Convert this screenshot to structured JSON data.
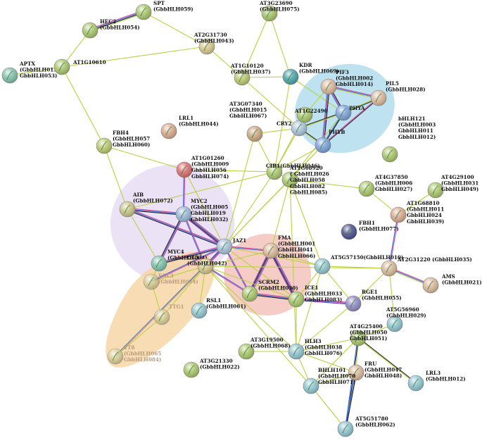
{
  "colors": {
    "edge_default": "#b9d23c",
    "edge_pink": "#d9489a",
    "edge_blue": "#3c6fd9",
    "edge_black": "#222222",
    "edge_purple": "#8a2fb0",
    "cluster_blue": "#bfe2f1",
    "cluster_lavender": "#ece2f6",
    "cluster_red": "#f4c0b8",
    "cluster_orange": "#f7d6a6"
  },
  "nodes": [
    {
      "id": "SPT",
      "label": [
        "SPT",
        "(GbbHLH059)"
      ],
      "color": "#a8c56a"
    },
    {
      "id": "HEC2",
      "label": [
        "HEC2",
        "(GbbHLH054)"
      ],
      "color": "#a8c56a"
    },
    {
      "id": "AT3G23690",
      "label": [
        "AT3G23690",
        "(GbbHLH075)"
      ],
      "color": "#a8c56a"
    },
    {
      "id": "AT2G31730",
      "label": [
        "AT2G31730",
        "(GbbHLH043)"
      ],
      "color": "#d6c68c"
    },
    {
      "id": "APTX",
      "label": [
        "APTX",
        "(GbbHLH013",
        "GbbHLH053)"
      ],
      "color": "#7ec0aa"
    },
    {
      "id": "AT1G10610",
      "label": [
        "AT1G10610"
      ],
      "color": "#a8c56a"
    },
    {
      "id": "AT1G10120",
      "label": [
        "AT1G10120",
        "(GbbHLH037)"
      ],
      "color": "#b8c870"
    },
    {
      "id": "KDR",
      "label": [
        "KDR",
        "(GbbHLH069)"
      ],
      "color": "#4aa3a6"
    },
    {
      "id": "PIF3",
      "label": [
        "PIF3",
        "(GbbHLH002",
        "GbbHLH014)"
      ],
      "color": "#d9b89a"
    },
    {
      "id": "PIL5",
      "label": [
        "PIL5",
        "(GbbHLH028)"
      ],
      "color": "#d9b89a"
    },
    {
      "id": "PHYA",
      "label": [
        "PHYA"
      ],
      "color": "#7aa0d8"
    },
    {
      "id": "LRL1",
      "label": [
        "LRL1",
        "(GbbHLH044)"
      ],
      "color": "#d9a98c"
    },
    {
      "id": "AT3G07340",
      "label": [
        "AT3G07340",
        "(GbbHLH015",
        "GbbHLH067)"
      ],
      "color": "#c9a882"
    },
    {
      "id": "CRY2",
      "label": [
        "CRY2"
      ],
      "color": "#a9c4d8"
    },
    {
      "id": "AT1G22490",
      "label": [
        "AT1G22490"
      ],
      "color": "#a8c56a"
    },
    {
      "id": "PHYB",
      "label": [
        "PHYB"
      ],
      "color": "#7aa0d8"
    },
    {
      "id": "bHLH121",
      "label": [
        "bHLH121",
        "(GbbHLH003",
        "GbbHLH011",
        "GbbHLH012)"
      ],
      "color": "#a8c56a"
    },
    {
      "id": "FBH4",
      "label": [
        "FBH4",
        "(GbbHLH057",
        "GbbHLH060)"
      ],
      "color": "#b8c870"
    },
    {
      "id": "CIB1",
      "label": [
        "CIB1(GbbHLH046)"
      ],
      "color": "#a8c56a"
    },
    {
      "id": "AT1G01260",
      "label": [
        "AT1G01260",
        "(GbbHLH009",
        "GbbHLH056",
        "GbbHLH074)"
      ],
      "color": "#d96e6e"
    },
    {
      "id": "AT1G68920",
      "label": [
        "AT1G68920",
        "( GbbHLH026",
        "GbbHLH058",
        "GbbHLH082",
        "GbbHLH085)"
      ],
      "color": "#a8c56a"
    },
    {
      "id": "AT4G37850",
      "label": [
        "AT4G37850",
        "(GbbHLH006",
        "GbbHLH027)"
      ],
      "color": "#a8c56a"
    },
    {
      "id": "AT4G29100",
      "label": [
        "AT4G29100",
        "(GbbHLH031",
        "GbbHLH049)"
      ],
      "color": "#a8c56a"
    },
    {
      "id": "AIB",
      "label": [
        "AIB",
        "(GbbHLH072)"
      ],
      "color": "#c9c486"
    },
    {
      "id": "MYC2",
      "label": [
        "MYC2",
        "(GbbHLH005",
        "GbbHLH019",
        "GbbHLH032)"
      ],
      "color": "#9ab7d8"
    },
    {
      "id": "AT1G68810",
      "label": [
        "AT1G68810",
        "(GbbHLH011",
        "GbbHLH024",
        "GbbHLH039)"
      ],
      "color": "#d9a98c"
    },
    {
      "id": "FBH1",
      "label": [
        "FBH1",
        "(GbbHLH077)"
      ],
      "color": "#4b4f8a"
    },
    {
      "id": "JAZ1",
      "label": [
        "JAZ1"
      ],
      "color": "#a9c0d8"
    },
    {
      "id": "FMA",
      "label": [
        "FMA",
        "(GbbHLH001",
        "GbbHLH041",
        "GbbHLH066)"
      ],
      "color": "#d9b89a"
    },
    {
      "id": "MYC4",
      "label": [
        "MYC4",
        "(GbbHLH004)"
      ],
      "color": "#7ec0aa"
    },
    {
      "id": "GL3",
      "label": [
        "GL3",
        "(GbbHLH042)"
      ],
      "color": "#d6c68c"
    },
    {
      "id": "AT5G57150",
      "label": [
        "AT5G57150(GbbHLH010)"
      ],
      "color": "#8fc4cf"
    },
    {
      "id": "AT2G31220",
      "label": [
        "AT2G31220 (GbbHLH035)"
      ],
      "color": "#d9b89a"
    },
    {
      "id": "EGL3",
      "label": [
        "EGL3",
        "(GbbHLH034)"
      ],
      "color": "#c9c486"
    },
    {
      "id": "SCRM2",
      "label": [
        "SCRM2",
        "(GbbHLH030)"
      ],
      "color": "#a8c56a"
    },
    {
      "id": "ICE1",
      "label": [
        "ICE1",
        "(GbbHLH033",
        "GbbHLH083)"
      ],
      "color": "#a8c56a"
    },
    {
      "id": "AMS",
      "label": [
        "AMS",
        "(GbbHLH021)"
      ],
      "color": "#d9b89a"
    },
    {
      "id": "RGE1",
      "label": [
        "RGE1",
        "(GbbHLH055)"
      ],
      "color": "#8f8ac4"
    },
    {
      "id": "TTG1",
      "label": [
        "TTG1"
      ],
      "color": "#c9c486"
    },
    {
      "id": "RSL1",
      "label": [
        "RSL1",
        "(GbbHLH061)"
      ],
      "color": "#8fc4cf"
    },
    {
      "id": "AT5G56960",
      "label": [
        "AT5G56960",
        "(GbbHLH029)"
      ],
      "color": "#8fc4cf"
    },
    {
      "id": "AT3G19500",
      "label": [
        "AT3G19500",
        "(GbbHLH068)"
      ],
      "color": "#a8c56a"
    },
    {
      "id": "HLH3",
      "label": [
        "HLH3",
        "(GbbHLH038",
        "GbbHLH076)"
      ],
      "color": "#8fc4cf"
    },
    {
      "id": "AT4G25400",
      "label": [
        "AT4G25400",
        "(GbbHLH050",
        "GbbHLH051)"
      ],
      "color": "#a8c56a"
    },
    {
      "id": "TT8",
      "label": [
        "TT8",
        "(GbbHLH065",
        "GbbHLH084)"
      ],
      "color": "#c9c486"
    },
    {
      "id": "AT3G21330",
      "label": [
        "AT3G21330",
        "(GbbHLH022)"
      ],
      "color": "#a8c56a"
    },
    {
      "id": "FRU",
      "label": [
        "FRU",
        "(GbbHLH047",
        "GbbHLH048)"
      ],
      "color": "#d9b89a"
    },
    {
      "id": "LRL3",
      "label": [
        "LRL3",
        "(GbbHLH012)"
      ],
      "color": "#8fc4cf"
    },
    {
      "id": "BHLH101",
      "label": [
        "BHLH101",
        "(GbbHLH070",
        "GbbHLH071)"
      ],
      "color": "#8fc4cf"
    },
    {
      "id": "AT5G51780",
      "label": [
        "AT5G51780",
        "(GbbHLH062)"
      ],
      "color": "#8fc4cf"
    }
  ],
  "edges": [
    {
      "s": "HEC2",
      "t": "SPT",
      "c": [
        "edge_pink",
        "edge_blue",
        "edge_black",
        "edge_default"
      ]
    },
    {
      "s": "SPT",
      "t": "AT2G31730",
      "c": [
        "edge_default"
      ]
    },
    {
      "s": "HEC2",
      "t": "AT1G10610",
      "c": [
        "edge_default"
      ]
    },
    {
      "s": "APTX",
      "t": "AT1G10610",
      "c": [
        "edge_default"
      ]
    },
    {
      "s": "AT1G10610",
      "t": "AT2G31730",
      "c": [
        "edge_default"
      ]
    },
    {
      "s": "AT1G10610",
      "t": "FBH4",
      "c": [
        "edge_default"
      ]
    },
    {
      "s": "AT2G31730",
      "t": "AT1G10120",
      "c": [
        "edge_default"
      ]
    },
    {
      "s": "AT3G23690",
      "t": "AT1G10120",
      "c": [
        "edge_default"
      ]
    },
    {
      "s": "AT3G23690",
      "t": "KDR",
      "c": [
        "edge_default"
      ]
    },
    {
      "s": "AT1G10120",
      "t": "KDR",
      "c": [
        "edge_default"
      ]
    },
    {
      "s": "AT1G10120",
      "t": "CRY2",
      "c": [
        "edge_default"
      ]
    },
    {
      "s": "KDR",
      "t": "PHYA",
      "c": [
        "edge_default"
      ]
    },
    {
      "s": "KDR",
      "t": "CIB1",
      "c": [
        "edge_default"
      ]
    },
    {
      "s": "PIF3",
      "t": "PIL5",
      "c": [
        "edge_pink",
        "edge_blue",
        "edge_default"
      ]
    },
    {
      "s": "PIF3",
      "t": "PHYA",
      "c": [
        "edge_black",
        "edge_pink",
        "edge_blue"
      ]
    },
    {
      "s": "PIF3",
      "t": "PHYB",
      "c": [
        "edge_black",
        "edge_pink",
        "edge_blue"
      ]
    },
    {
      "s": "PIL5",
      "t": "PHYB",
      "c": [
        "edge_black",
        "edge_pink"
      ]
    },
    {
      "s": "PIL5",
      "t": "PHYA",
      "c": [
        "edge_black",
        "edge_default"
      ]
    },
    {
      "s": "PHYA",
      "t": "PHYB",
      "c": [
        "edge_black",
        "edge_blue"
      ]
    },
    {
      "s": "CRY2",
      "t": "PHYA",
      "c": [
        "edge_black",
        "edge_default"
      ]
    },
    {
      "s": "CRY2",
      "t": "PHYB",
      "c": [
        "edge_black",
        "edge_default"
      ]
    },
    {
      "s": "CRY2",
      "t": "AT1G22490",
      "c": [
        "edge_default"
      ]
    },
    {
      "s": "CRY2",
      "t": "CIB1",
      "c": [
        "edge_default"
      ]
    },
    {
      "s": "CRY2",
      "t": "AT3G07340",
      "c": [
        "edge_default"
      ]
    },
    {
      "s": "AT1G22490",
      "t": "PIF3",
      "c": [
        "edge_default"
      ]
    },
    {
      "s": "AT1G22490",
      "t": "CIB1",
      "c": [
        "edge_default"
      ]
    },
    {
      "s": "AT3G07340",
      "t": "CIB1",
      "c": [
        "edge_default"
      ]
    },
    {
      "s": "AT3G07340",
      "t": "JAZ1",
      "c": [
        "edge_default"
      ]
    },
    {
      "s": "PHYB",
      "t": "CIB1",
      "c": [
        "edge_default"
      ]
    },
    {
      "s": "PHYB",
      "t": "AT1G68920",
      "c": [
        "edge_default"
      ]
    },
    {
      "s": "PHYA",
      "t": "AT1G68920",
      "c": [
        "edge_default"
      ]
    },
    {
      "s": "PHYB",
      "t": "JAZ1",
      "c": [
        "edge_default"
      ]
    },
    {
      "s": "CIB1",
      "t": "AT1G68920",
      "c": [
        "edge_default"
      ]
    },
    {
      "s": "CIB1",
      "t": "AT1G01260",
      "c": [
        "edge_default"
      ]
    },
    {
      "s": "CIB1",
      "t": "JAZ1",
      "c": [
        "edge_default"
      ]
    },
    {
      "s": "CIB1",
      "t": "AIB",
      "c": [
        "edge_default"
      ]
    },
    {
      "s": "FBH4",
      "t": "AT1G01260",
      "c": [
        "edge_default"
      ]
    },
    {
      "s": "FBH4",
      "t": "AIB",
      "c": [
        "edge_default"
      ]
    },
    {
      "s": "AT1G01260",
      "t": "MYC2",
      "c": [
        "edge_pink",
        "edge_blue"
      ]
    },
    {
      "s": "AT1G01260",
      "t": "JAZ1",
      "c": [
        "edge_default"
      ]
    },
    {
      "s": "AT1G68920",
      "t": "JAZ1",
      "c": [
        "edge_default"
      ]
    },
    {
      "s": "AT1G68920",
      "t": "AT4G37850",
      "c": [
        "edge_default"
      ]
    },
    {
      "s": "AT1G68920",
      "t": "FMA",
      "c": [
        "edge_default"
      ]
    },
    {
      "s": "AT1G68920",
      "t": "AT5G57150",
      "c": [
        "edge_default"
      ]
    },
    {
      "s": "AT1G68920",
      "t": "HLH3",
      "c": [
        "edge_default"
      ]
    },
    {
      "s": "AT4G37850",
      "t": "AT1G68810",
      "c": [
        "edge_default"
      ]
    },
    {
      "s": "AT4G29100",
      "t": "AT1G68810",
      "c": [
        "edge_default"
      ]
    },
    {
      "s": "AT1G68810",
      "t": "AT2G31220",
      "c": [
        "edge_pink",
        "edge_blue"
      ]
    },
    {
      "s": "AIB",
      "t": "MYC2",
      "c": [
        "edge_pink",
        "edge_blue",
        "edge_black"
      ]
    },
    {
      "s": "AIB",
      "t": "JAZ1",
      "c": [
        "edge_pink",
        "edge_blue",
        "edge_black"
      ]
    },
    {
      "s": "AIB",
      "t": "MYC4",
      "c": [
        "edge_default"
      ]
    },
    {
      "s": "MYC2",
      "t": "JAZ1",
      "c": [
        "edge_pink",
        "edge_blue",
        "edge_black",
        "edge_purple"
      ]
    },
    {
      "s": "MYC2",
      "t": "MYC4",
      "c": [
        "edge_pink",
        "edge_blue",
        "edge_black"
      ]
    },
    {
      "s": "MYC2",
      "t": "GL3",
      "c": [
        "edge_pink",
        "edge_blue"
      ]
    },
    {
      "s": "MYC4",
      "t": "JAZ1",
      "c": [
        "edge_pink",
        "edge_blue",
        "edge_black"
      ]
    },
    {
      "s": "MYC4",
      "t": "EGL3",
      "c": [
        "edge_default"
      ]
    },
    {
      "s": "JAZ1",
      "t": "GL3",
      "c": [
        "edge_pink",
        "edge_blue",
        "edge_black"
      ]
    },
    {
      "s": "JAZ1",
      "t": "FMA",
      "c": [
        "edge_pink",
        "edge_blue"
      ]
    },
    {
      "s": "JAZ1",
      "t": "SCRM2",
      "c": [
        "edge_pink",
        "edge_blue"
      ]
    },
    {
      "s": "JAZ1",
      "t": "ICE1",
      "c": [
        "edge_default"
      ]
    },
    {
      "s": "JAZ1",
      "t": "AT5G57150",
      "c": [
        "edge_default"
      ]
    },
    {
      "s": "JAZ1",
      "t": "EGL3",
      "c": [
        "edge_pink",
        "edge_blue"
      ]
    },
    {
      "s": "JAZ1",
      "t": "TT8",
      "c": [
        "edge_pink",
        "edge_blue"
      ]
    },
    {
      "s": "FMA",
      "t": "SCRM2",
      "c": [
        "edge_pink",
        "edge_blue",
        "edge_black",
        "edge_purple"
      ]
    },
    {
      "s": "FMA",
      "t": "ICE1",
      "c": [
        "edge_pink",
        "edge_blue",
        "edge_black",
        "edge_purple"
      ]
    },
    {
      "s": "FMA",
      "t": "AT5G57150",
      "c": [
        "edge_default"
      ]
    },
    {
      "s": "FMA",
      "t": "GL3",
      "c": [
        "edge_default"
      ]
    },
    {
      "s": "SCRM2",
      "t": "ICE1",
      "c": [
        "edge_pink",
        "edge_blue",
        "edge_black"
      ]
    },
    {
      "s": "SCRM2",
      "t": "GL3",
      "c": [
        "edge_pink",
        "edge_blue"
      ]
    },
    {
      "s": "ICE1",
      "t": "RGE1",
      "c": [
        "edge_pink",
        "edge_blue",
        "edge_purple"
      ]
    },
    {
      "s": "ICE1",
      "t": "GL3",
      "c": [
        "edge_default"
      ]
    },
    {
      "s": "ICE1",
      "t": "HLH3",
      "c": [
        "edge_default"
      ]
    },
    {
      "s": "ICE1",
      "t": "AT5G57150",
      "c": [
        "edge_default"
      ]
    },
    {
      "s": "AT5G57150",
      "t": "AT2G31220",
      "c": [
        "edge_default"
      ]
    },
    {
      "s": "AT5G57150",
      "t": "HLH3",
      "c": [
        "edge_default"
      ]
    },
    {
      "s": "AT5G57150",
      "t": "RGE1",
      "c": [
        "edge_default"
      ]
    },
    {
      "s": "AT2G31220",
      "t": "AMS",
      "c": [
        "edge_pink",
        "edge_blue",
        "edge_default"
      ]
    },
    {
      "s": "AT2G31220",
      "t": "RGE1",
      "c": [
        "edge_default"
      ]
    },
    {
      "s": "AT2G31220",
      "t": "AT5G56960",
      "c": [
        "edge_default"
      ]
    },
    {
      "s": "AT2G31220",
      "t": "GL3",
      "c": [
        "edge_default"
      ]
    },
    {
      "s": "GL3",
      "t": "EGL3",
      "c": [
        "edge_default"
      ]
    },
    {
      "s": "GL3",
      "t": "TTG1",
      "c": [
        "edge_default"
      ]
    },
    {
      "s": "GL3",
      "t": "TT8",
      "c": [
        "edge_default"
      ]
    },
    {
      "s": "GL3",
      "t": "RSL1",
      "c": [
        "edge_default"
      ]
    },
    {
      "s": "GL3",
      "t": "HLH3",
      "c": [
        "edge_default"
      ]
    },
    {
      "s": "GL3",
      "t": "BHLH101",
      "c": [
        "edge_default"
      ]
    },
    {
      "s": "EGL3",
      "t": "TTG1",
      "c": [
        "edge_default"
      ]
    },
    {
      "s": "TTG1",
      "t": "TT8",
      "c": [
        "edge_default"
      ]
    },
    {
      "s": "RGE1",
      "t": "HLH3",
      "c": [
        "edge_default"
      ]
    },
    {
      "s": "AT5G56960",
      "t": "AT4G25400",
      "c": [
        "edge_default"
      ]
    },
    {
      "s": "AT4G25400",
      "t": "HLH3",
      "c": [
        "edge_default"
      ]
    },
    {
      "s": "AT4G25400",
      "t": "LRL3",
      "c": [
        "edge_black",
        "edge_default"
      ]
    },
    {
      "s": "AT4G25400",
      "t": "FRU",
      "c": [
        "edge_default"
      ]
    },
    {
      "s": "AT4G25400",
      "t": "AT5G51780",
      "c": [
        "edge_black",
        "edge_blue"
      ]
    },
    {
      "s": "AT4G25400",
      "t": "BHLH101",
      "c": [
        "edge_default"
      ]
    },
    {
      "s": "HLH3",
      "t": "BHLH101",
      "c": [
        "edge_default"
      ]
    },
    {
      "s": "HLH3",
      "t": "AT3G19500",
      "c": [
        "edge_default"
      ]
    },
    {
      "s": "HLH3",
      "t": "FRU",
      "c": [
        "edge_default"
      ]
    },
    {
      "s": "FRU",
      "t": "BHLH101",
      "c": [
        "edge_default"
      ]
    },
    {
      "s": "FRU",
      "t": "AT5G51780",
      "c": [
        "edge_black",
        "edge_blue"
      ]
    },
    {
      "s": "BHLH101",
      "t": "AT5G51780",
      "c": [
        "edge_default"
      ]
    }
  ]
}
